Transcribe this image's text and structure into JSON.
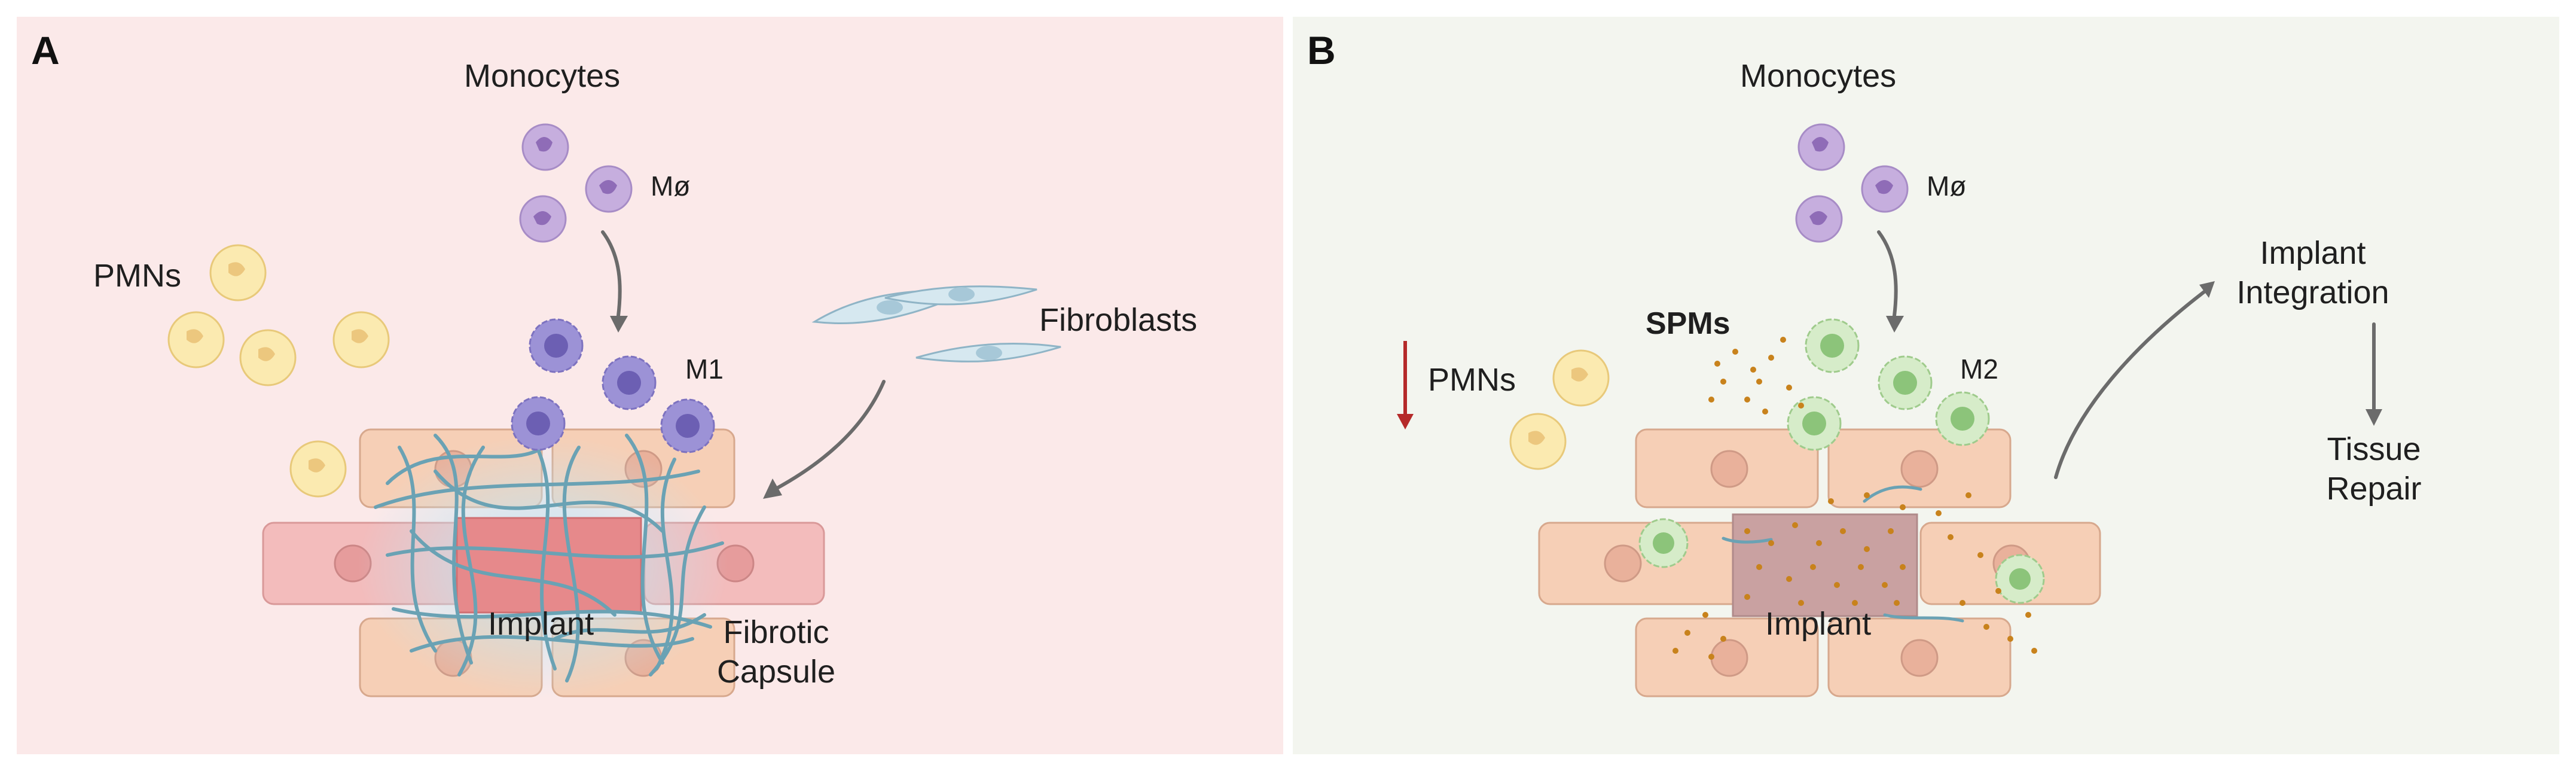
{
  "panel_a": {
    "letter": "A",
    "monocytes": "Monocytes",
    "macrophage": "Mø",
    "m1": "M1",
    "pmns": "PMNs",
    "fibroblasts": "Fibroblasts",
    "implant": "Implant",
    "fibrotic_capsule_line1": "Fibrotic",
    "fibrotic_capsule_line2": "Capsule"
  },
  "panel_b": {
    "letter": "B",
    "monocytes": "Monocytes",
    "macrophage": "Mø",
    "m2": "M2",
    "spms": "SPMs",
    "pmns": "PMNs",
    "implant": "Implant",
    "implant_integration_line1": "Implant",
    "implant_integration_line2": "Integration",
    "tissue_repair_line1": "Tissue",
    "tissue_repair_line2": "Repair"
  },
  "colors": {
    "panel_a_bg": "#fbe9e9",
    "panel_b_bg": "#f3f5ef",
    "monocyte": "#c6aede",
    "m1_macrophage": "#9c92d6",
    "m2_macrophage": "#cfe8c4",
    "pmn": "#fbeab0",
    "tissue_cell": "#f6cfb6",
    "red_cell": "#f2b9b9",
    "fibrotic_fiber": "#6aa2b4",
    "spm_dot": "#c8821c",
    "down_arrow": "#b52a2a",
    "arrow": "#6b6b6b"
  }
}
